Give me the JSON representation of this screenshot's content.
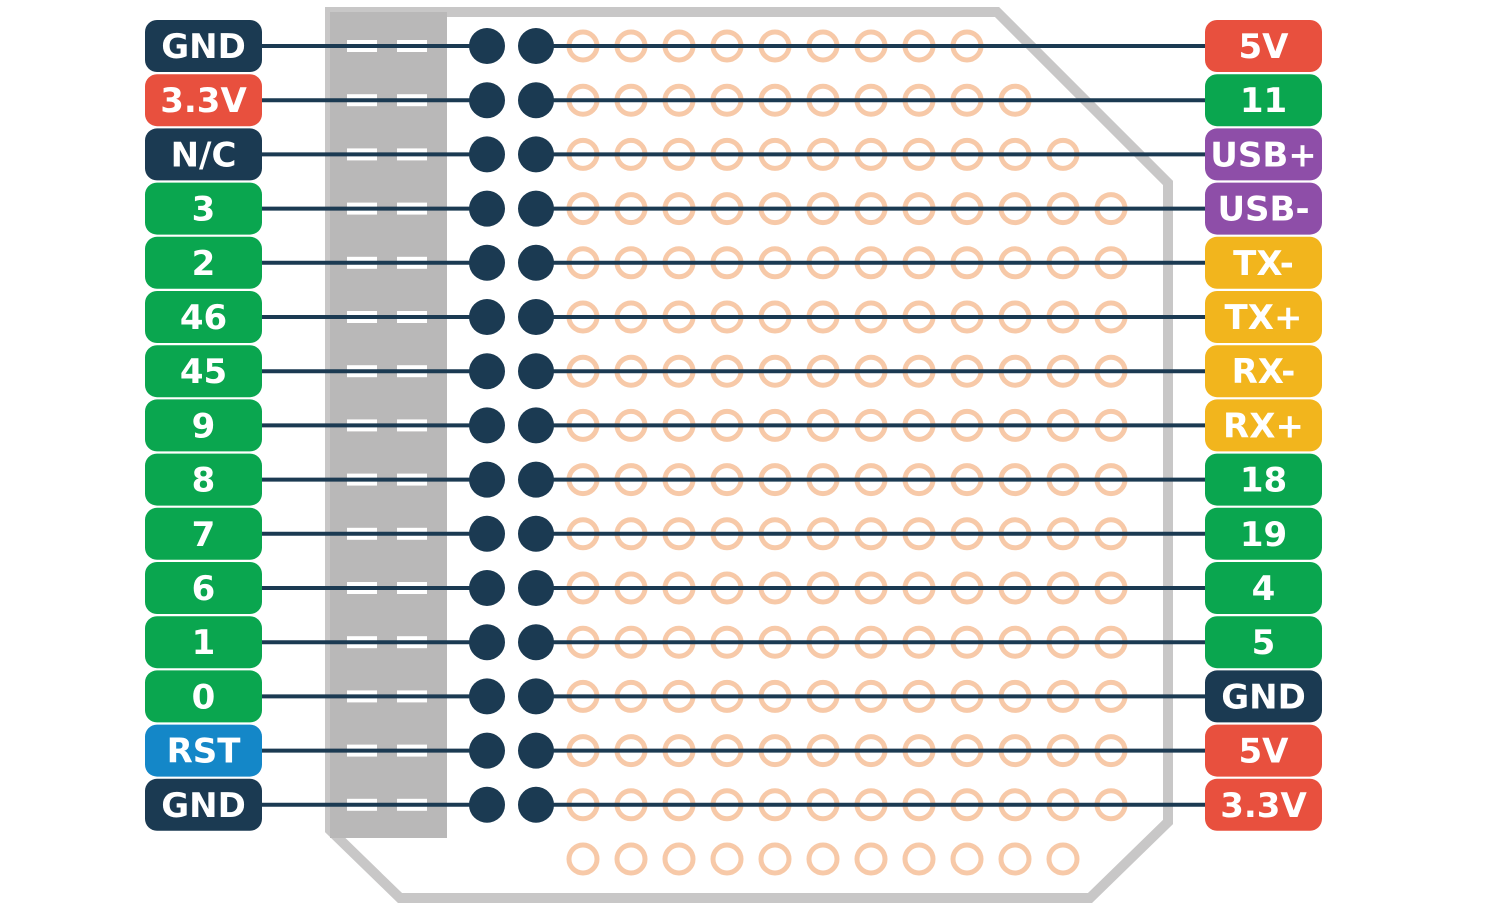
{
  "colors": {
    "ground": "#1b3a52",
    "power_3v3": "#e8503e",
    "power_5v": "#e8503e",
    "gpio": "#0aa64f",
    "usb": "#8e4ea8",
    "tx_rx": "#f2b51d",
    "reset": "#1487c8",
    "wire": "#1b3a52",
    "board_outline": "#c8c7c7",
    "header_strip": "#b9b8b8",
    "pad": "#f7c9a8"
  },
  "left_pins": [
    {
      "label": "GND",
      "kind": "ground"
    },
    {
      "label": "3.3V",
      "kind": "power_3v3"
    },
    {
      "label": "N/C",
      "kind": "ground"
    },
    {
      "label": "3",
      "kind": "gpio"
    },
    {
      "label": "2",
      "kind": "gpio"
    },
    {
      "label": "46",
      "kind": "gpio"
    },
    {
      "label": "45",
      "kind": "gpio"
    },
    {
      "label": "9",
      "kind": "gpio"
    },
    {
      "label": "8",
      "kind": "gpio"
    },
    {
      "label": "7",
      "kind": "gpio"
    },
    {
      "label": "6",
      "kind": "gpio"
    },
    {
      "label": "1",
      "kind": "gpio"
    },
    {
      "label": "0",
      "kind": "gpio"
    },
    {
      "label": "RST",
      "kind": "reset"
    },
    {
      "label": "GND",
      "kind": "ground"
    }
  ],
  "right_pins": [
    {
      "label": "5V",
      "kind": "power_5v"
    },
    {
      "label": "11",
      "kind": "gpio"
    },
    {
      "label": "USB+",
      "kind": "usb"
    },
    {
      "label": "USB-",
      "kind": "usb"
    },
    {
      "label": "TX-",
      "kind": "tx_rx"
    },
    {
      "label": "TX+",
      "kind": "tx_rx"
    },
    {
      "label": "RX-",
      "kind": "tx_rx"
    },
    {
      "label": "RX+",
      "kind": "tx_rx"
    },
    {
      "label": "18",
      "kind": "gpio"
    },
    {
      "label": "19",
      "kind": "gpio"
    },
    {
      "label": "4",
      "kind": "gpio"
    },
    {
      "label": "5",
      "kind": "gpio"
    },
    {
      "label": "GND",
      "kind": "ground"
    },
    {
      "label": "5V",
      "kind": "power_5v"
    },
    {
      "label": "3.3V",
      "kind": "power_3v3"
    }
  ],
  "protoboard": {
    "pad_counts_per_row": [
      9,
      10,
      11,
      12,
      12,
      12,
      12,
      12,
      12,
      12,
      12,
      12,
      12,
      12,
      12,
      11
    ]
  }
}
